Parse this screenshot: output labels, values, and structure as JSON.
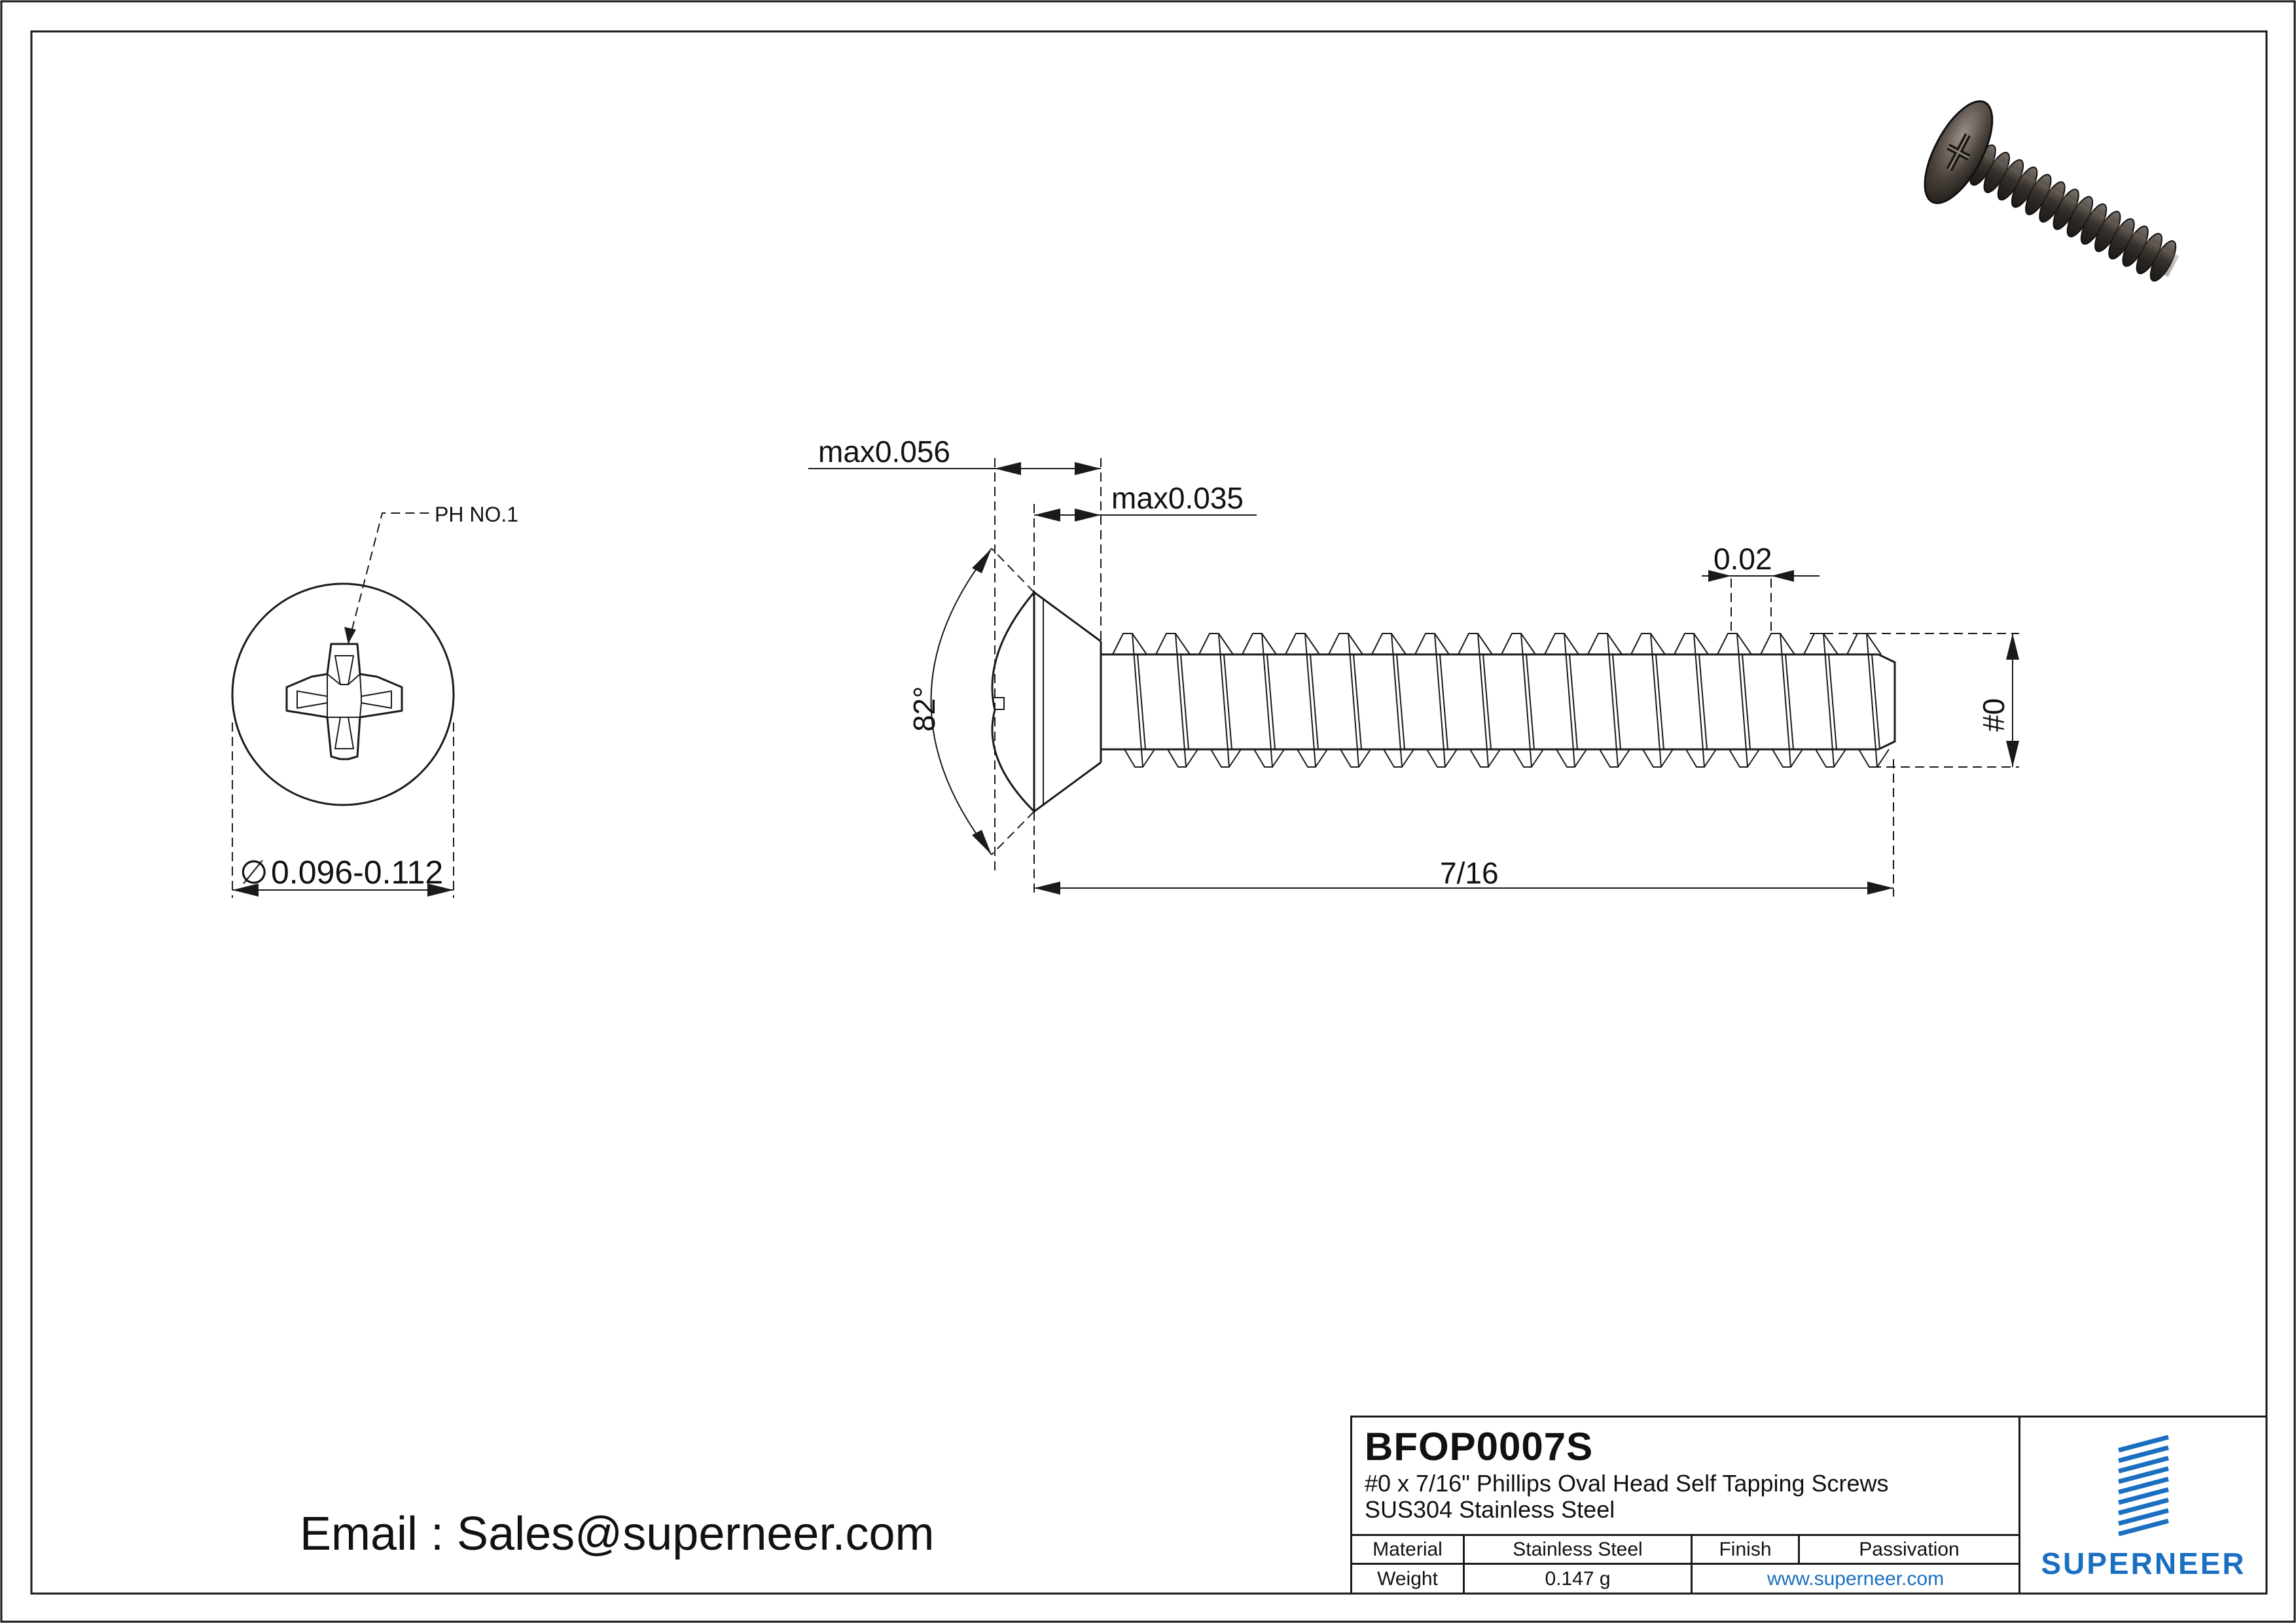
{
  "drawing": {
    "dimensions": {
      "head_height": "max0.056",
      "head_edge": "max0.035",
      "thread_pitch_tol": "0.02",
      "head_angle": "82°",
      "screw_size": "#0",
      "length": "7/16",
      "head_diameter": "0.096-0.112",
      "drive_callout": "PH NO.1"
    },
    "diameter_symbol": "∅"
  },
  "title_block": {
    "part_number": "BFOP0007S",
    "description": "#0 x 7/16\" Phillips Oval Head Self Tapping Screws",
    "material_line": "SUS304 Stainless Steel",
    "labels": {
      "material": "Material",
      "finish": "Finish",
      "weight": "Weight"
    },
    "values": {
      "material": "Stainless Steel",
      "finish": "Passivation",
      "weight": "0.147 g",
      "website": "www.superneer.com"
    },
    "logo_text": "SUPERNEER",
    "logo_color": "#1a6fc0"
  },
  "contact": {
    "email_line": "Email : Sales@superneer.com"
  }
}
